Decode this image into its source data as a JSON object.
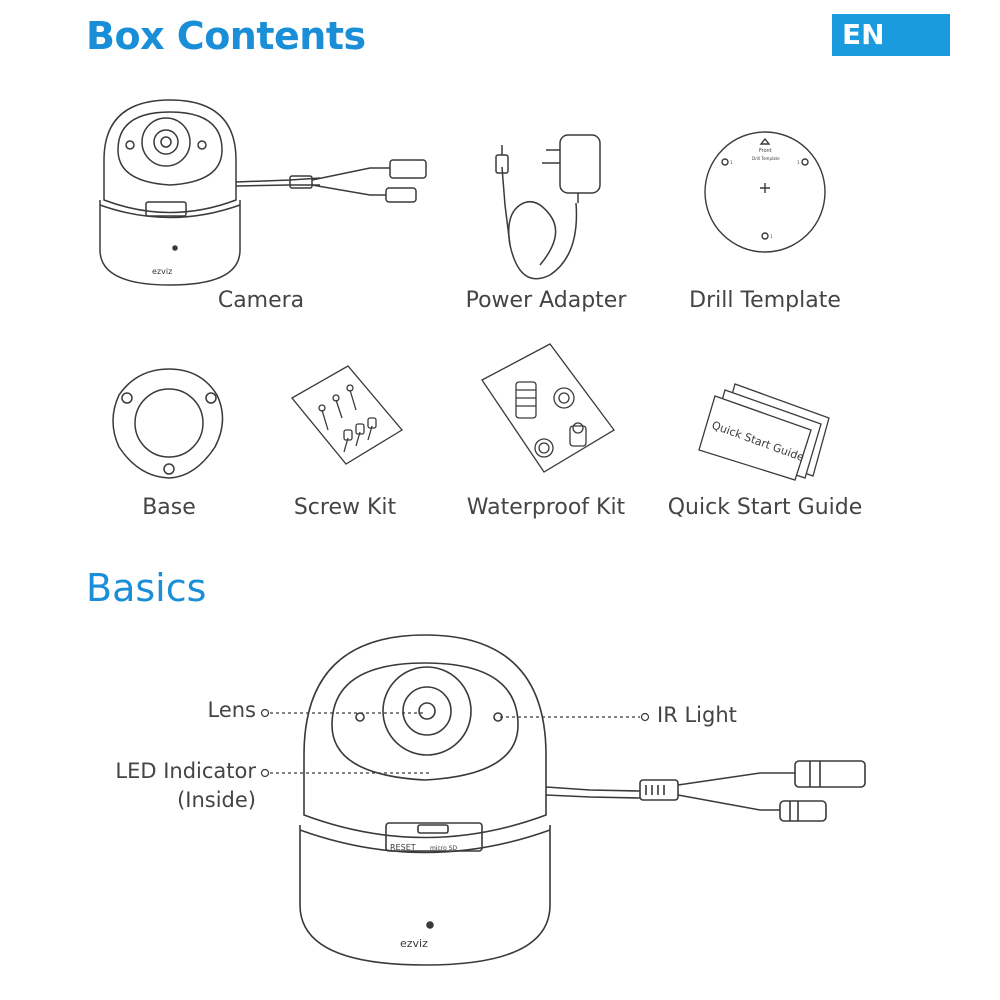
{
  "header": {
    "title": "Box Contents",
    "language_badge": "EN"
  },
  "box_contents": {
    "items": [
      {
        "label": "Camera",
        "icon": "camera-icon"
      },
      {
        "label": "Power Adapter",
        "icon": "power-adapter-icon"
      },
      {
        "label": "Drill Template",
        "icon": "drill-template-icon"
      },
      {
        "label": "Base",
        "icon": "base-icon"
      },
      {
        "label": "Screw Kit",
        "icon": "screw-kit-icon"
      },
      {
        "label": "Waterproof Kit",
        "icon": "waterproof-kit-icon"
      },
      {
        "label": "Quick Start Guide",
        "icon": "quick-start-guide-icon"
      }
    ],
    "drill_template_text": {
      "front": "Front",
      "title": "Drill Template",
      "hole": "1"
    },
    "guide_cover_text": "Quick Start Guide",
    "brand_mark": "ezviz"
  },
  "basics": {
    "title": "Basics",
    "callouts": {
      "lens": "Lens",
      "ir_light": "IR Light",
      "led_line1": "LED Indicator",
      "led_line2": "(Inside)"
    },
    "reset_label": "RESET",
    "sd_label": "micro SD"
  },
  "colors": {
    "accent": "#1a8fd8",
    "badge": "#1a9be0",
    "text": "#444444",
    "line": "#3a3a3a"
  }
}
